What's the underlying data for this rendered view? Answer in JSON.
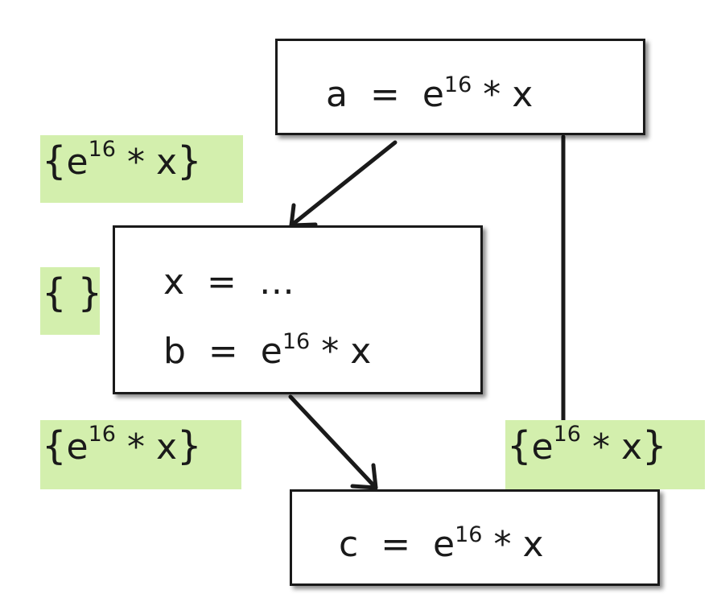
{
  "colors": {
    "set_highlight": "#d3efad",
    "stroke": "#1a1a1a",
    "node_fill": "#ffffff"
  },
  "nodes": {
    "top": {
      "lhs": "a",
      "op": "=",
      "base": "e",
      "exp": "16",
      "rest": "* x"
    },
    "middle": {
      "line1": {
        "lhs": "x",
        "op": "=",
        "rhs": "…"
      },
      "line2": {
        "lhs": "b",
        "op": "=",
        "base": "e",
        "exp": "16",
        "rest": "* x"
      }
    },
    "bottom": {
      "lhs": "c",
      "op": "=",
      "base": "e",
      "exp": "16",
      "rest": "* x"
    }
  },
  "sets": {
    "top_left": {
      "open": "{",
      "base": "e",
      "exp": "16",
      "rest": " * x",
      "close": "}"
    },
    "middle_left": {
      "open": "{",
      "inner": " ",
      "close": "}"
    },
    "bottom_left": {
      "open": "{",
      "base": "e",
      "exp": "16",
      "rest": " * x",
      "close": "}"
    },
    "right": {
      "open": "{",
      "base": "e",
      "exp": "16",
      "rest": " * x",
      "close": "}"
    }
  }
}
